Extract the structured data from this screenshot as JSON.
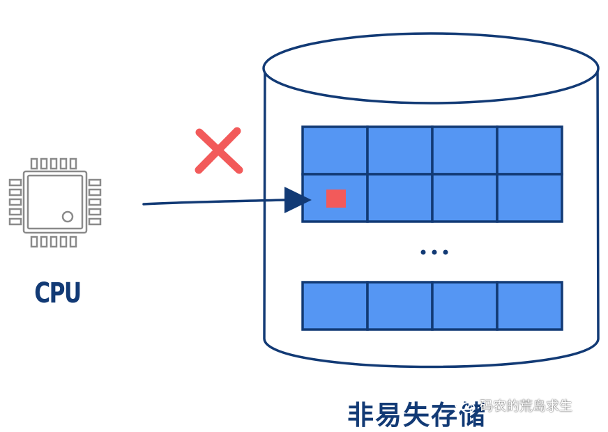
{
  "labels": {
    "cpu": "CPU",
    "storage": "非易失存储",
    "ellipsis": "•••"
  },
  "watermark": {
    "text": "码农的荒岛求生",
    "icon": "wechat-icon"
  },
  "memory": {
    "columns": 4,
    "groups": [
      {
        "rows": 2
      },
      {
        "rows": 1
      }
    ],
    "highlighted_cell": {
      "row": 1,
      "col": 0
    }
  },
  "colors": {
    "ink": "#123a75",
    "cell_fill": "#5596f3",
    "highlight": "#f25a5a",
    "cross": "#f25a5a",
    "chip": "#8a8a8a"
  }
}
